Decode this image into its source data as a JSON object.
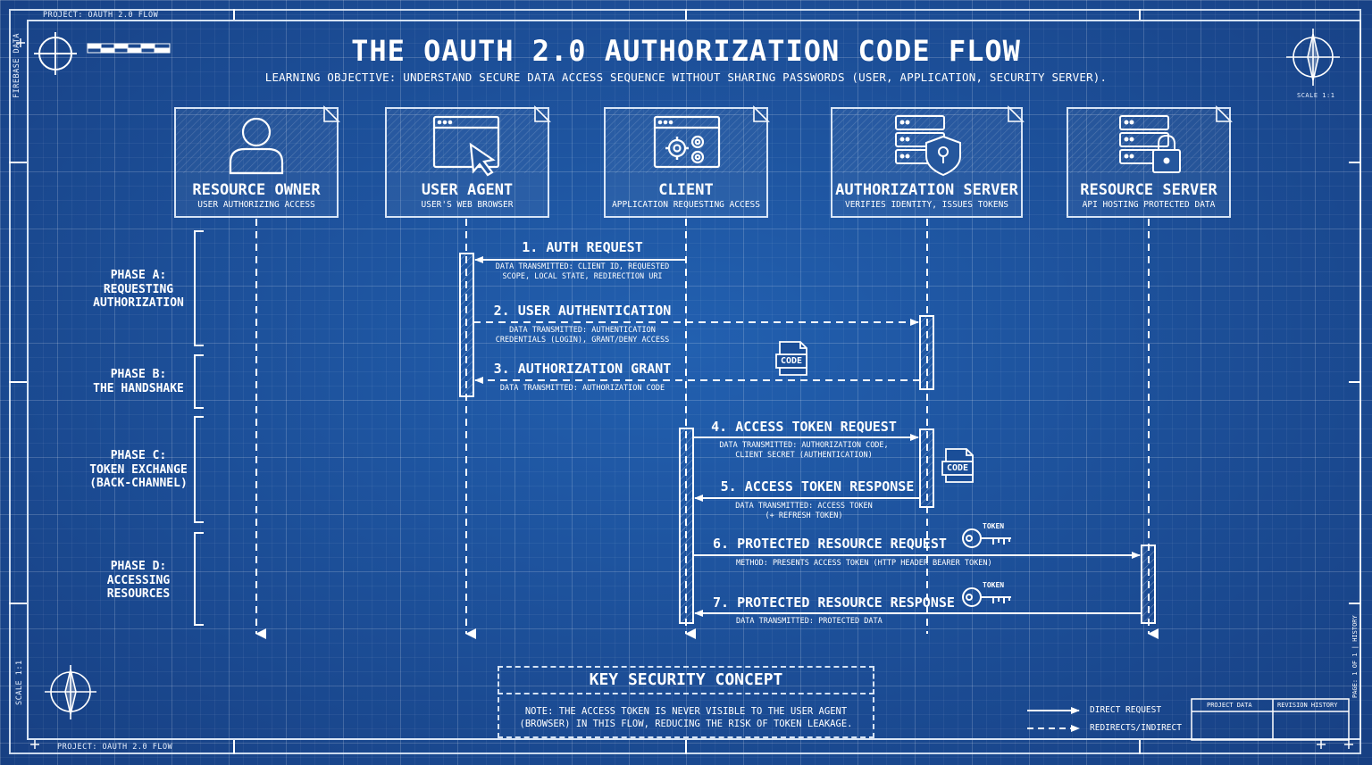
{
  "header": {
    "project_top": "PROJECT: OAUTH 2.0 FLOW",
    "side_left_vertical": "FIREBASE DATA",
    "title": "THE OAUTH 2.0 AUTHORIZATION CODE FLOW",
    "subtitle": "LEARNING OBJECTIVE: UNDERSTAND SECURE DATA ACCESS SEQUENCE WITHOUT SHARING PASSWORDS (USER, APPLICATION, SECURITY SERVER).",
    "scale_top_right": "SCALE 1:1"
  },
  "actors": [
    {
      "name": "RESOURCE OWNER",
      "desc": "USER AUTHORIZING ACCESS",
      "icon": "user-icon"
    },
    {
      "name": "USER AGENT",
      "desc": "USER'S WEB BROWSER",
      "icon": "browser-cursor-icon"
    },
    {
      "name": "CLIENT",
      "desc": "APPLICATION REQUESTING ACCESS",
      "icon": "app-gears-icon"
    },
    {
      "name": "AUTHORIZATION SERVER",
      "desc": "VERIFIES IDENTITY, ISSUES TOKENS",
      "icon": "server-shield-icon"
    },
    {
      "name": "RESOURCE SERVER",
      "desc": "API HOSTING PROTECTED DATA",
      "icon": "server-lock-icon"
    }
  ],
  "phases": [
    {
      "lines": [
        "PHASE A:",
        "REQUESTING",
        "AUTHORIZATION"
      ]
    },
    {
      "lines": [
        "PHASE B:",
        "THE HANDSHAKE"
      ]
    },
    {
      "lines": [
        "PHASE C:",
        "TOKEN EXCHANGE",
        "(BACK-CHANNEL)"
      ]
    },
    {
      "lines": [
        "PHASE D:",
        "ACCESSING",
        "RESOURCES"
      ]
    }
  ],
  "messages": [
    {
      "label": "1. AUTH REQUEST",
      "data": [
        "DATA TRANSMITTED: CLIENT ID, REQUESTED",
        "SCOPE, LOCAL STATE, REDIRECTION URI"
      ],
      "style": "solid"
    },
    {
      "label": "2. USER AUTHENTICATION",
      "data": [
        "DATA TRANSMITTED: AUTHENTICATION",
        "CREDENTIALS (LOGIN), GRANT/DENY ACCESS"
      ],
      "style": "dashed"
    },
    {
      "label": "3. AUTHORIZATION GRANT",
      "data": [
        "DATA TRANSMITTED: AUTHORIZATION CODE"
      ],
      "style": "dashed"
    },
    {
      "label": "4. ACCESS TOKEN REQUEST",
      "data": [
        "DATA TRANSMITTED: AUTHORIZATION CODE,",
        "CLIENT SECRET (AUTHENTICATION)"
      ],
      "style": "solid"
    },
    {
      "label": "5. ACCESS TOKEN RESPONSE",
      "data": [
        "DATA TRANSMITTED: ACCESS TOKEN",
        "(+ REFRESH TOKEN)"
      ],
      "style": "solid"
    },
    {
      "label": "6. PROTECTED RESOURCE REQUEST",
      "data": [
        "METHOD: PRESENTS ACCESS TOKEN (HTTP HEADER BEARER TOKEN)"
      ],
      "style": "solid"
    },
    {
      "label": "7. PROTECTED RESOURCE RESPONSE",
      "data": [
        "DATA TRANSMITTED: PROTECTED DATA"
      ],
      "style": "solid"
    }
  ],
  "badges": {
    "code": "CODE",
    "token": "TOKEN"
  },
  "key_concept": {
    "title": "KEY SECURITY CONCEPT",
    "note_lines": [
      "NOTE: THE ACCESS TOKEN IS NEVER VISIBLE TO THE USER AGENT",
      "(BROWSER) IN THIS FLOW, REDUCING THE RISK OF TOKEN LEAKAGE."
    ]
  },
  "legend": {
    "direct": "DIRECT REQUEST",
    "indirect": "REDIRECTS/INDIRECT"
  },
  "title_block": {
    "project_data": "PROJECT DATA",
    "revision_history": "REVISION HISTORY",
    "side_right_vertical": "PAGE: 1 OF 1 | HISTORY"
  },
  "footer": {
    "project_bottom": "PROJECT: OAUTH 2.0 FLOW",
    "scale_left_vertical": "SCALE 1:1"
  }
}
